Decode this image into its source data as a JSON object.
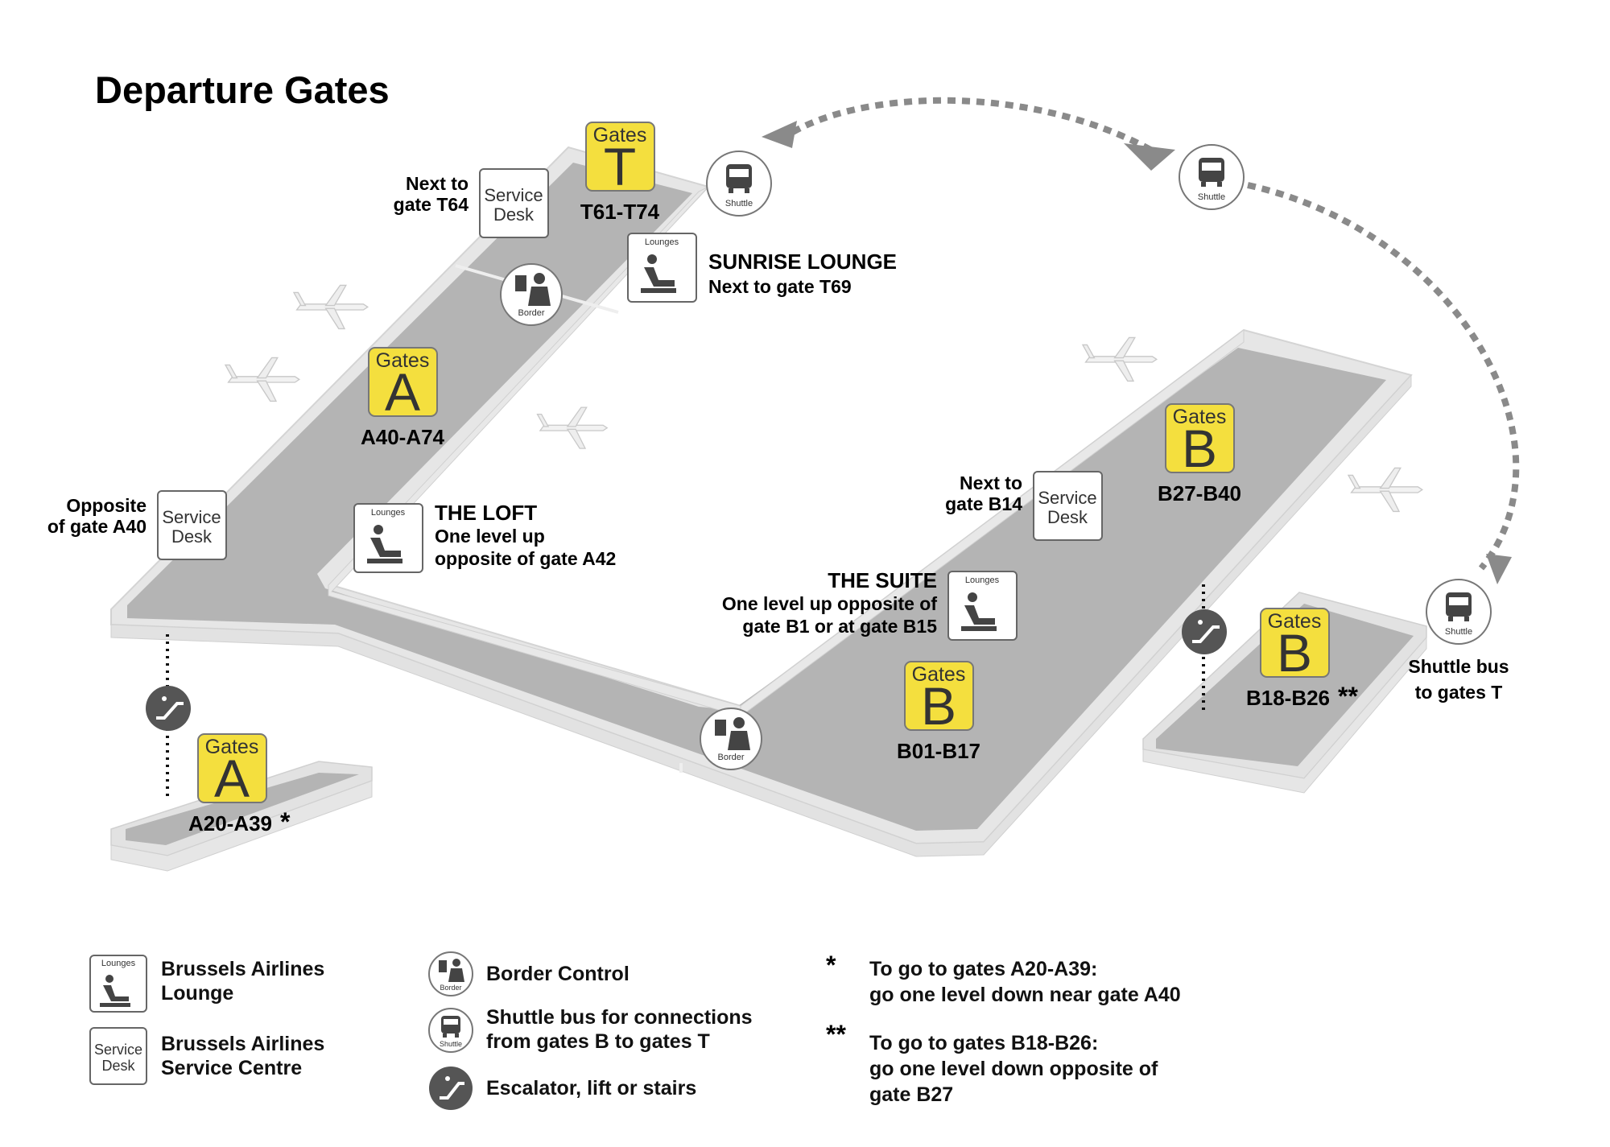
{
  "title": "Departure Gates",
  "gates": {
    "T": {
      "word": "Gates",
      "letter": "T",
      "range": "T61-T74"
    },
    "A_upper": {
      "word": "Gates",
      "letter": "A",
      "range": "A40-A74"
    },
    "A_lower": {
      "word": "Gates",
      "letter": "A",
      "range": "A20-A39",
      "mark": "*"
    },
    "B_upper": {
      "word": "Gates",
      "letter": "B",
      "range": "B27-B40"
    },
    "B_middle": {
      "word": "Gates",
      "letter": "B",
      "range": "B01-B17"
    },
    "B_lower": {
      "word": "Gates",
      "letter": "B",
      "range": "B18-B26",
      "mark": "**"
    }
  },
  "service_desks": {
    "t": {
      "line1": "Service",
      "line2": "Desk",
      "note1": "Next to",
      "note2": "gate T64"
    },
    "a": {
      "line1": "Service",
      "line2": "Desk",
      "note1": "Opposite",
      "note2": "of gate A40"
    },
    "b": {
      "line1": "Service",
      "line2": "Desk",
      "note1": "Next to",
      "note2": "gate B14"
    }
  },
  "lounges": {
    "sunrise": {
      "tag": "Lounges",
      "name": "SUNRISE LOUNGE",
      "line1": "Next to gate T69"
    },
    "loft": {
      "tag": "Lounges",
      "name": "THE LOFT",
      "line1": "One level up",
      "line2": "opposite of gate A42"
    },
    "suite": {
      "tag": "Lounges",
      "name": "THE SUITE",
      "line1": "One level up opposite of",
      "line2": "gate B1 or at gate B15"
    }
  },
  "icons": {
    "border_label": "Border",
    "shuttle_label": "Shuttle"
  },
  "shuttle_note": {
    "line1": "Shuttle bus",
    "line2": "to gates T"
  },
  "legend": {
    "lounge": {
      "tag": "Lounges",
      "line1": "Brussels Airlines",
      "line2": "Lounge"
    },
    "desk": {
      "line1": "Brussels Airlines",
      "line2": "Service Centre",
      "icon1": "Service",
      "icon2": "Desk"
    },
    "border": {
      "text": "Border Control",
      "icon": "Border"
    },
    "shuttle": {
      "line1": "Shuttle bus for connections",
      "line2": "from gates B to gates T",
      "icon": "Shuttle"
    },
    "escalator": {
      "text": "Escalator, lift or stairs"
    },
    "note1": {
      "mark": "*",
      "line1": "To go to gates A20-A39:",
      "line2": "go one level down near gate A40"
    },
    "note2": {
      "mark": "**",
      "line1": "To go to gates B18-B26:",
      "line2": "go one level down opposite of",
      "line3": "gate B27"
    }
  },
  "colors": {
    "floor": "#b3b3b3",
    "wall": "#e6e6e6",
    "gate_yellow": "#f4df3e",
    "icon_dark": "#555555",
    "route": "#888888"
  }
}
